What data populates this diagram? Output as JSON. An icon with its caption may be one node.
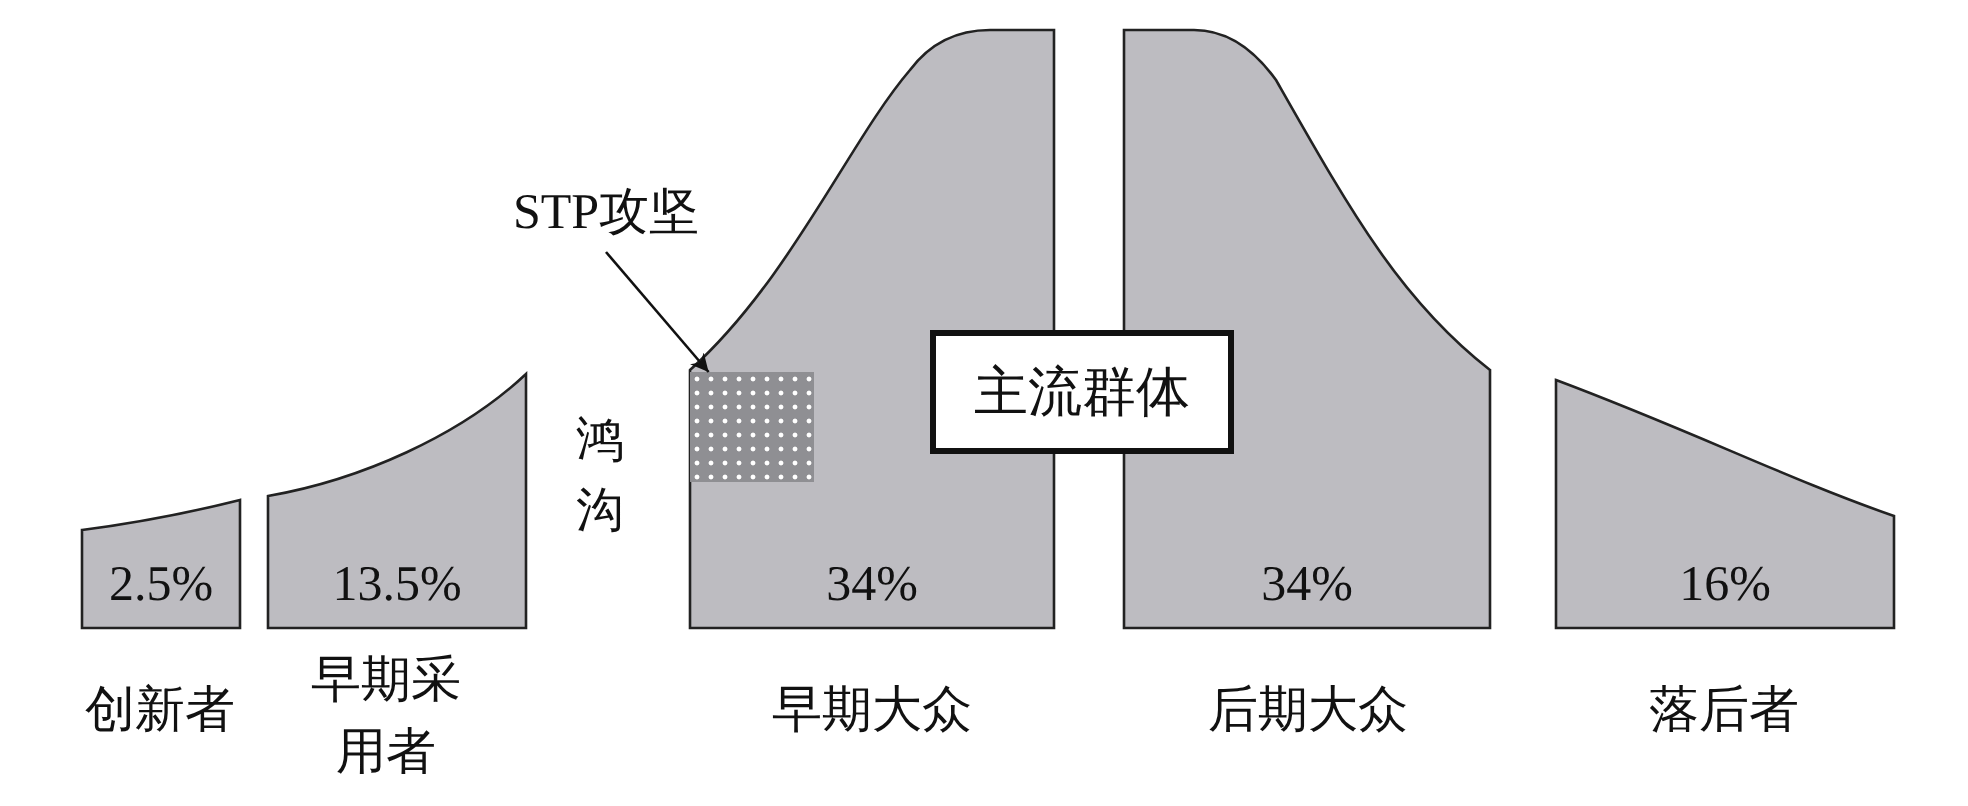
{
  "diagram": {
    "nodes": [
      {
        "text": [
          "2.5%"
        ],
        "beside": [
          "创新者"
        ]
      },
      {
        "text": [
          "13.5%"
        ],
        "beside": [
          "早期采用者"
        ]
      },
      {
        "text": [
          "34%"
        ],
        "beside": [
          "早期大众"
        ]
      },
      {
        "text": [
          "34%"
        ],
        "beside": [
          "后期大众"
        ]
      },
      {
        "text": [
          "16%"
        ],
        "beside": [
          "落后者"
        ]
      },
      {
        "text": [
          "主流群体"
        ]
      },
      {
        "text": [
          "STP攻坚"
        ]
      },
      {
        "text": [],
        "shape": "box",
        "in": 2
      }
    ],
    "edges": [
      {
        "from": 6,
        "to": 7,
        "arrow": "to"
      }
    ],
    "labels": [
      "鸿沟"
    ]
  }
}
